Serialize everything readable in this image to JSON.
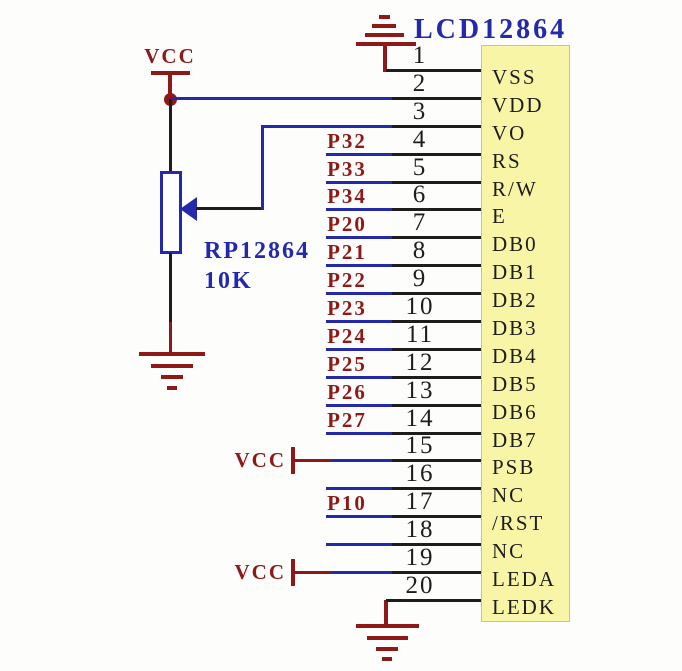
{
  "title": "LCD12864",
  "chip": {
    "name": "LCD12864",
    "pins": [
      {
        "num": "1",
        "label": "VSS",
        "conn": "gnd-top"
      },
      {
        "num": "2",
        "label": "VDD",
        "conn": "vcc-rail"
      },
      {
        "num": "3",
        "label": "VO",
        "conn": "wiper"
      },
      {
        "num": "4",
        "label": "RS",
        "conn": "port",
        "port": "P32"
      },
      {
        "num": "5",
        "label": "R/W",
        "conn": "port",
        "port": "P33"
      },
      {
        "num": "6",
        "label": "E",
        "conn": "port",
        "port": "P34"
      },
      {
        "num": "7",
        "label": "DB0",
        "conn": "port",
        "port": "P20"
      },
      {
        "num": "8",
        "label": "DB1",
        "conn": "port",
        "port": "P21"
      },
      {
        "num": "9",
        "label": "DB2",
        "conn": "port",
        "port": "P22"
      },
      {
        "num": "10",
        "label": "DB3",
        "conn": "port",
        "port": "P23"
      },
      {
        "num": "11",
        "label": "DB4",
        "conn": "port",
        "port": "P24"
      },
      {
        "num": "12",
        "label": "DB5",
        "conn": "port",
        "port": "P25"
      },
      {
        "num": "13",
        "label": "DB6",
        "conn": "port",
        "port": "P26"
      },
      {
        "num": "14",
        "label": "DB7",
        "conn": "port",
        "port": "P27"
      },
      {
        "num": "15",
        "label": "PSB",
        "conn": "vcc-stub",
        "vcc_label": "VCC"
      },
      {
        "num": "16",
        "label": "NC",
        "conn": "open"
      },
      {
        "num": "17",
        "label": "/RST",
        "conn": "port",
        "port": "P10"
      },
      {
        "num": "18",
        "label": "NC",
        "conn": "open"
      },
      {
        "num": "19",
        "label": "LEDA",
        "conn": "vcc-stub",
        "vcc_label": "VCC"
      },
      {
        "num": "20",
        "label": "LEDK",
        "conn": "gnd-bottom"
      }
    ]
  },
  "potentiometer": {
    "designator": "RP12864",
    "value": "10K"
  },
  "power": {
    "vcc_top_label": "VCC"
  },
  "colors": {
    "wire_blue": "#2429ac",
    "wire_black": "#1d1d1d",
    "dark_red": "#8d1a18",
    "chip_fill": "#f8f5a6",
    "chip_border": "#cfc488",
    "background": "#fdfdfc"
  }
}
